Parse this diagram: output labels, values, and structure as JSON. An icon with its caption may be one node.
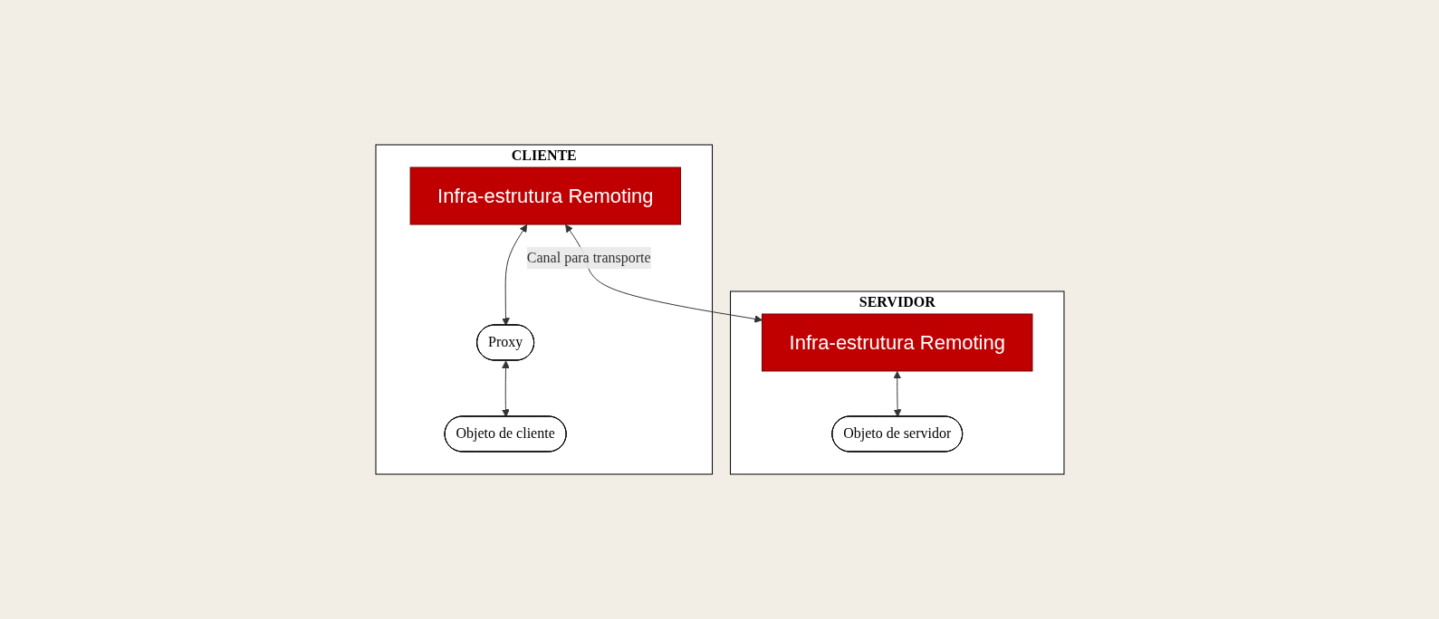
{
  "diagram": {
    "nodes": [
      {
        "text": [
          "CLIENTE"
        ]
      },
      {
        "text": [
          "Infra-estrutura Remoting"
        ],
        "in": 0
      },
      {
        "text": [
          "Proxy"
        ],
        "in": 0
      },
      {
        "text": [
          "Objeto de cliente"
        ],
        "in": 0
      },
      {
        "text": [
          "SERVIDOR"
        ]
      },
      {
        "text": [
          "Infra-estrutura Remoting"
        ],
        "in": 4
      },
      {
        "text": [
          "Objeto de servidor"
        ],
        "in": 4
      }
    ],
    "edges": [
      {
        "from": 1,
        "to": 5,
        "arrow": "both",
        "label": "Canal para transporte"
      },
      {
        "from": 1,
        "to": 2,
        "arrow": "both"
      },
      {
        "from": 2,
        "to": 3,
        "arrow": "both"
      },
      {
        "from": 5,
        "to": 6,
        "arrow": "both"
      }
    ]
  }
}
